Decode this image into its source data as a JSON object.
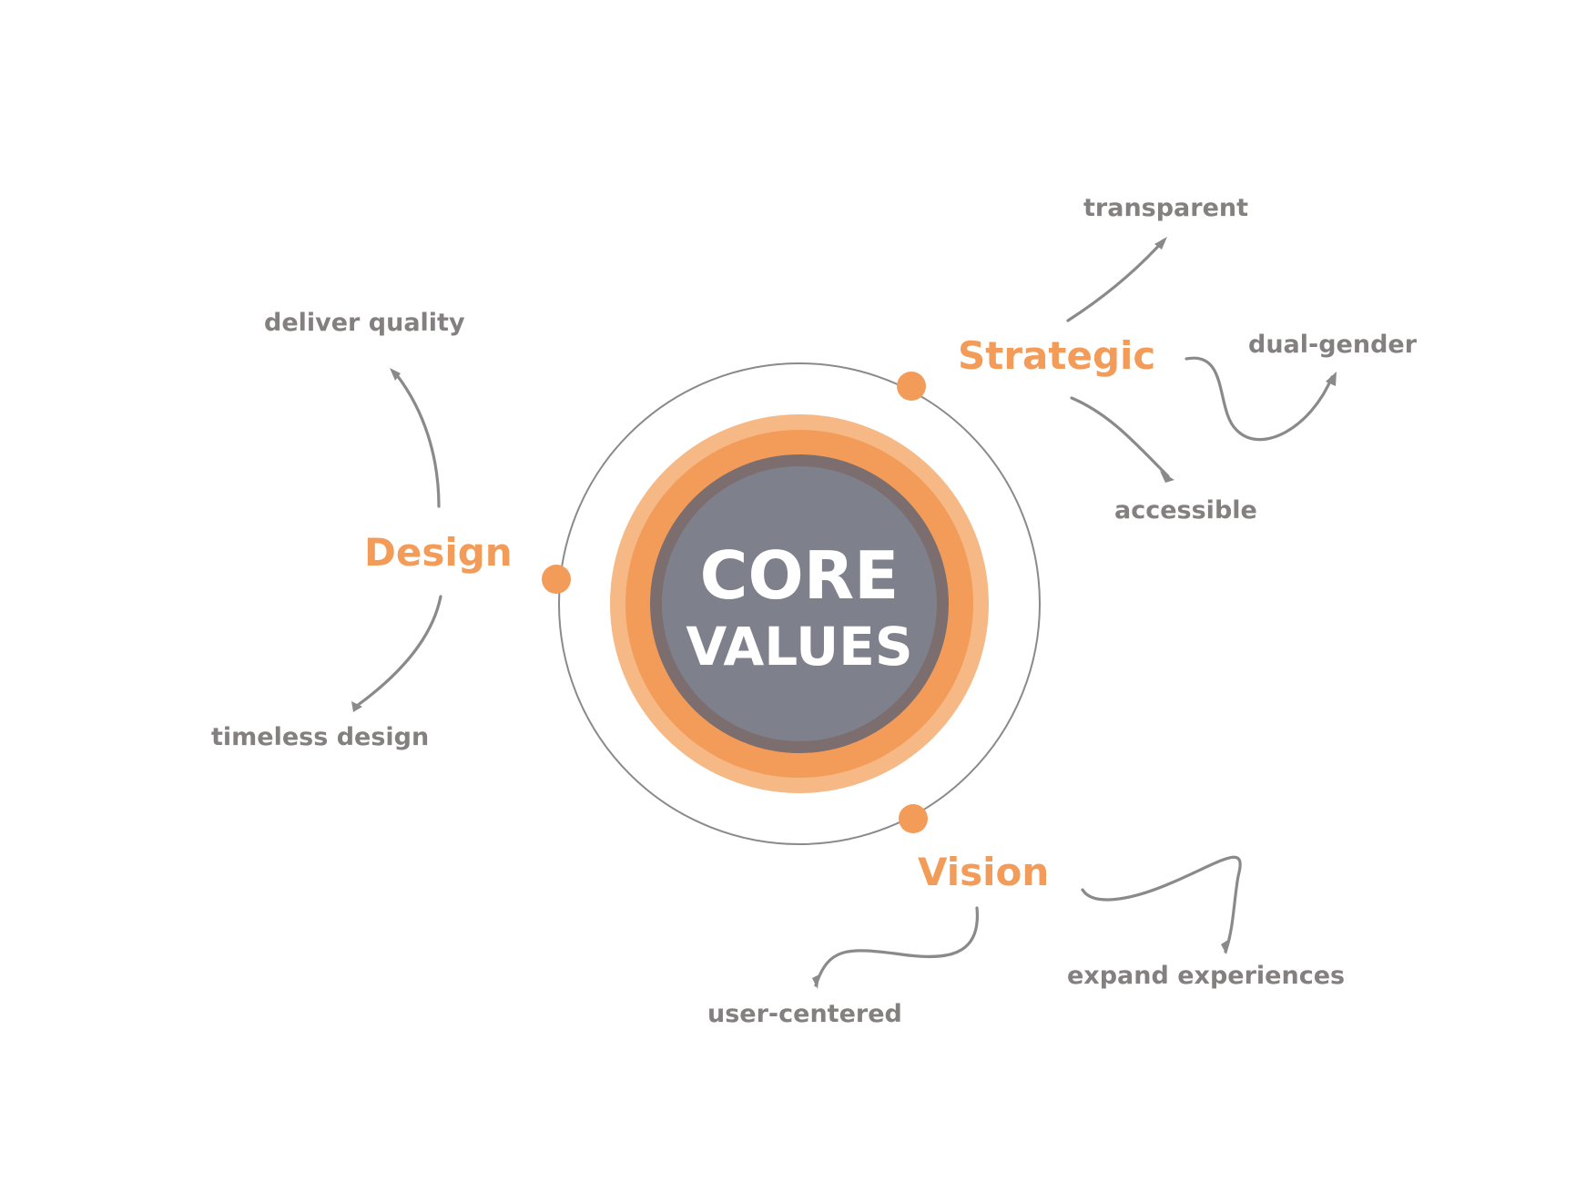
{
  "core": {
    "line1": "CORE",
    "line2": "VALUES"
  },
  "categories": {
    "strategic": "Strategic",
    "design": "Design",
    "vision": "Vision"
  },
  "values": {
    "transparent": "transparent",
    "dual_gender": "dual-gender",
    "accessible": "accessible",
    "deliver_quality": "deliver quality",
    "timeless_design": "timeless design",
    "user_centered": "user-centered",
    "expand_experiences": "expand experiences"
  },
  "colors": {
    "accent": "#F39C5A",
    "accent_light": "#F6B884",
    "core_ring": "#7C6E6E",
    "core_fill": "#7E808C",
    "line": "#8A8A8A",
    "label": "#858080"
  }
}
